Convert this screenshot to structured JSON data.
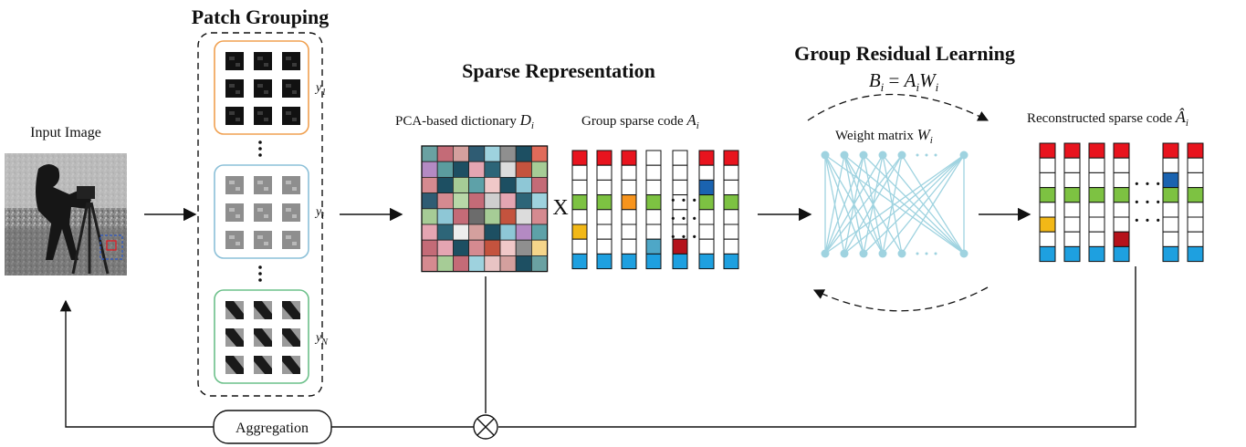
{
  "titles": {
    "patch_grouping": "Patch Grouping",
    "sparse_representation": "Sparse Representation",
    "group_residual_learning": "Group Residual Learning"
  },
  "labels": {
    "input_image": "Input Image",
    "dictionary_prefix": "PCA-based dictionary",
    "dictionary_symbol": "D",
    "dictionary_sub": "i",
    "group_code_prefix": "Group sparse code",
    "group_code_symbol": "A",
    "group_code_sub": "i",
    "weight_prefix": "Weight matrix",
    "weight_symbol": "W",
    "weight_sub": "i",
    "reconstructed_prefix": "Reconstructed sparse code",
    "reconstructed_symbol": "Â",
    "reconstructed_sub": "i",
    "aggregation": "Aggregation",
    "multiply_symbol": "X",
    "group_y1": "y",
    "group_y1_sub": "1",
    "group_yi": "y",
    "group_yi_sub": "i",
    "group_yn": "y",
    "group_yn_sub": "N",
    "equation": {
      "B": "B",
      "B_sub": "i",
      "eq": " = ",
      "A": "A",
      "A_sub": "i",
      "W": "W",
      "W_sub": "i"
    }
  },
  "colors": {
    "group_y1_border": "#f0a050",
    "group_yi_border": "#8cc0d8",
    "group_yn_border": "#6cc08a",
    "code_red": "#e8141e",
    "code_green": "#7dc242",
    "code_orange": "#f7941d",
    "code_gold": "#f2b817",
    "code_blue": "#1ea0e0",
    "code_darkblue": "#1a63b0",
    "code_darkred": "#b5121b",
    "code_teal": "#4ea7c7",
    "network": "#9fd3e0"
  },
  "dictionary_colors": [
    [
      "#6aa1a2",
      "#c46b77",
      "#d4a09e",
      "#2f5c73",
      "#9ed2de",
      "#8f8f8f",
      "#1d4f62",
      "#e06b5a"
    ],
    [
      "#b48ac3",
      "#5b9c9e",
      "#1d4f62",
      "#e4a5b2",
      "#2d6578",
      "#dcdcdc",
      "#c4533e",
      "#a6cc96"
    ],
    [
      "#d58a90",
      "#1d4f62",
      "#a6cc96",
      "#5ea1a8",
      "#f0c8c8",
      "#1d4f62",
      "#8ec7d6",
      "#c46b77"
    ],
    [
      "#2f5c73",
      "#d58a90",
      "#b8d8a8",
      "#c46b77",
      "#cfcfcf",
      "#e4a5b2",
      "#2d6578",
      "#9ed2de"
    ],
    [
      "#a6cc96",
      "#8ec7d6",
      "#c46b77",
      "#6c6c6c",
      "#a6cc96",
      "#c4533e",
      "#dcdcdc",
      "#d58a90"
    ],
    [
      "#e4a5b2",
      "#2d6578",
      "#ededed",
      "#d4a09e",
      "#1d4f62",
      "#8ec7d6",
      "#b48ac3",
      "#5ea1a8"
    ],
    [
      "#c46b77",
      "#e4a5b2",
      "#1d4f62",
      "#d58a90",
      "#c4533e",
      "#f0c8c8",
      "#8f8f8f",
      "#f5d58a"
    ],
    [
      "#d58a90",
      "#a6cc96",
      "#c46b77",
      "#9ed2de",
      "#e8c4c4",
      "#d4a09e",
      "#1d4f62",
      "#6aa1a2"
    ]
  ],
  "group_code_columns": [
    [
      "#e8141e",
      "",
      "",
      "#7dc242",
      "",
      "#f2b817",
      "",
      "#1ea0e0"
    ],
    [
      "#e8141e",
      "",
      "",
      "#7dc242",
      "",
      "",
      "",
      "#1ea0e0"
    ],
    [
      "#e8141e",
      "",
      "",
      "#f7941d",
      "",
      "",
      "",
      "#1ea0e0"
    ],
    [
      "",
      "",
      "",
      "#7dc242",
      "",
      "",
      "#4ea7c7",
      "#1ea0e0"
    ],
    [
      "",
      "",
      "",
      "",
      "",
      "",
      "#b5121b",
      "#1ea0e0"
    ],
    [
      "#e8141e",
      "",
      "#1a63b0",
      "#7dc242",
      "",
      "",
      "",
      "#1ea0e0"
    ],
    [
      "#e8141e",
      "",
      "",
      "#7dc242",
      "",
      "",
      "",
      "#1ea0e0"
    ]
  ],
  "reconstructed_columns": [
    [
      "#e8141e",
      "",
      "",
      "#7dc242",
      "",
      "#f2b817",
      "",
      "#1ea0e0"
    ],
    [
      "#e8141e",
      "",
      "",
      "#7dc242",
      "",
      "",
      "",
      "#1ea0e0"
    ],
    [
      "#e8141e",
      "",
      "",
      "#7dc242",
      "",
      "",
      "",
      "#1ea0e0"
    ],
    [
      "#e8141e",
      "",
      "",
      "#7dc242",
      "",
      "",
      "#b5121b",
      "#1ea0e0"
    ],
    [
      "#e8141e",
      "",
      "#1a63b0",
      "#7dc242",
      "",
      "",
      "",
      "#1ea0e0"
    ],
    [
      "#e8141e",
      "",
      "",
      "#7dc242",
      "",
      "",
      "",
      "#1ea0e0"
    ]
  ]
}
